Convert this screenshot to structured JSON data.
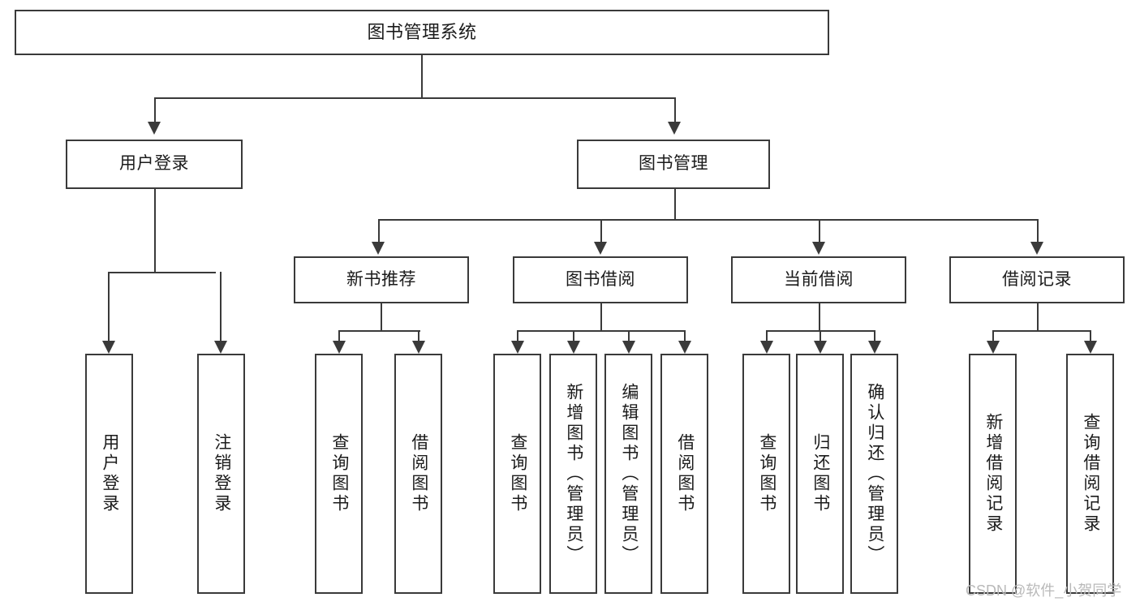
{
  "diagram": {
    "type": "tree",
    "title": "图书管理系统",
    "watermark": "CSDN @软件_小贺同学",
    "colors": {
      "stroke": "#3a3a3a",
      "fill": "#ffffff",
      "text": "#1b1b1b",
      "watermark": "#b9b9b9"
    },
    "nodes": {
      "root": {
        "label": "图书管理系统"
      },
      "level2": [
        {
          "id": "user-login",
          "label": "用户登录"
        },
        {
          "id": "book-manage",
          "label": "图书管理"
        }
      ],
      "level3": [
        {
          "id": "new-book-recommend",
          "label": "新书推荐"
        },
        {
          "id": "book-borrow",
          "label": "图书借阅"
        },
        {
          "id": "current-borrow",
          "label": "当前借阅"
        },
        {
          "id": "borrow-record",
          "label": "借阅记录"
        }
      ],
      "leaves": {
        "user_login": [
          {
            "id": "leaf-user-login",
            "label": "用户登录"
          },
          {
            "id": "leaf-logout-login",
            "label": "注销登录"
          }
        ],
        "new_book_recommend": [
          {
            "id": "leaf-query-book-1",
            "label": "查询图书"
          },
          {
            "id": "leaf-borrow-book-1",
            "label": "借阅图书"
          }
        ],
        "book_borrow": [
          {
            "id": "leaf-query-book-2",
            "label": "查询图书"
          },
          {
            "id": "leaf-add-book-admin",
            "label": "新增图书（管理员）"
          },
          {
            "id": "leaf-edit-book-admin",
            "label": "编辑图书（管理员）"
          },
          {
            "id": "leaf-borrow-book-2",
            "label": "借阅图书"
          }
        ],
        "current_borrow": [
          {
            "id": "leaf-query-book-3",
            "label": "查询图书"
          },
          {
            "id": "leaf-return-book",
            "label": "归还图书"
          },
          {
            "id": "leaf-confirm-return-admin",
            "label": "确认归还（管理员）"
          }
        ],
        "borrow_record": [
          {
            "id": "leaf-add-borrow-record",
            "label": "新增借阅记录"
          },
          {
            "id": "leaf-query-borrow-record",
            "label": "查询借阅记录"
          }
        ]
      }
    }
  }
}
